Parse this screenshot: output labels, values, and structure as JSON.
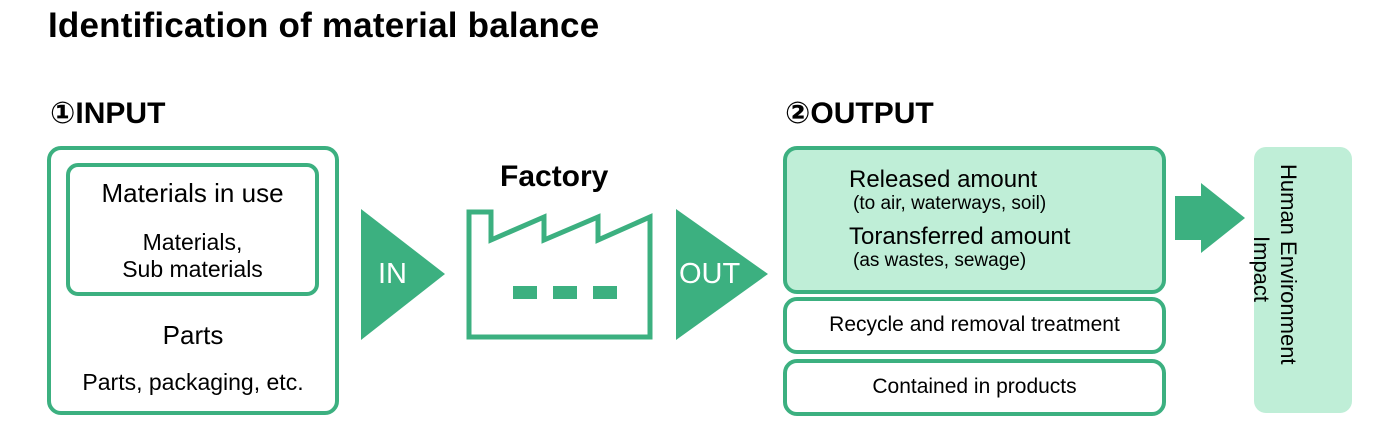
{
  "title": "Identification of material balance",
  "input": {
    "heading": "①INPUT",
    "materials_title": "Materials in use",
    "materials_line1": "Materials,",
    "materials_line2": "Sub materials",
    "parts_title": "Parts",
    "parts_desc": "Parts, packaging, etc."
  },
  "arrow_in": "IN",
  "factory": {
    "label": "Factory"
  },
  "arrow_out": "OUT",
  "output": {
    "heading": "②OUTPUT",
    "released": "Released amount",
    "released_sub": "(to air, waterways, soil)",
    "transferred": "Toransferred amount",
    "transferred_sub": "(as wastes, sewage)",
    "recycle": "Recycle and removal treatment",
    "contained": "Contained in products"
  },
  "impact": {
    "line1": "Human Environment",
    "line2": "Impact"
  },
  "colors": {
    "accent": "#3cb080",
    "light_fill": "#bfeed7"
  }
}
